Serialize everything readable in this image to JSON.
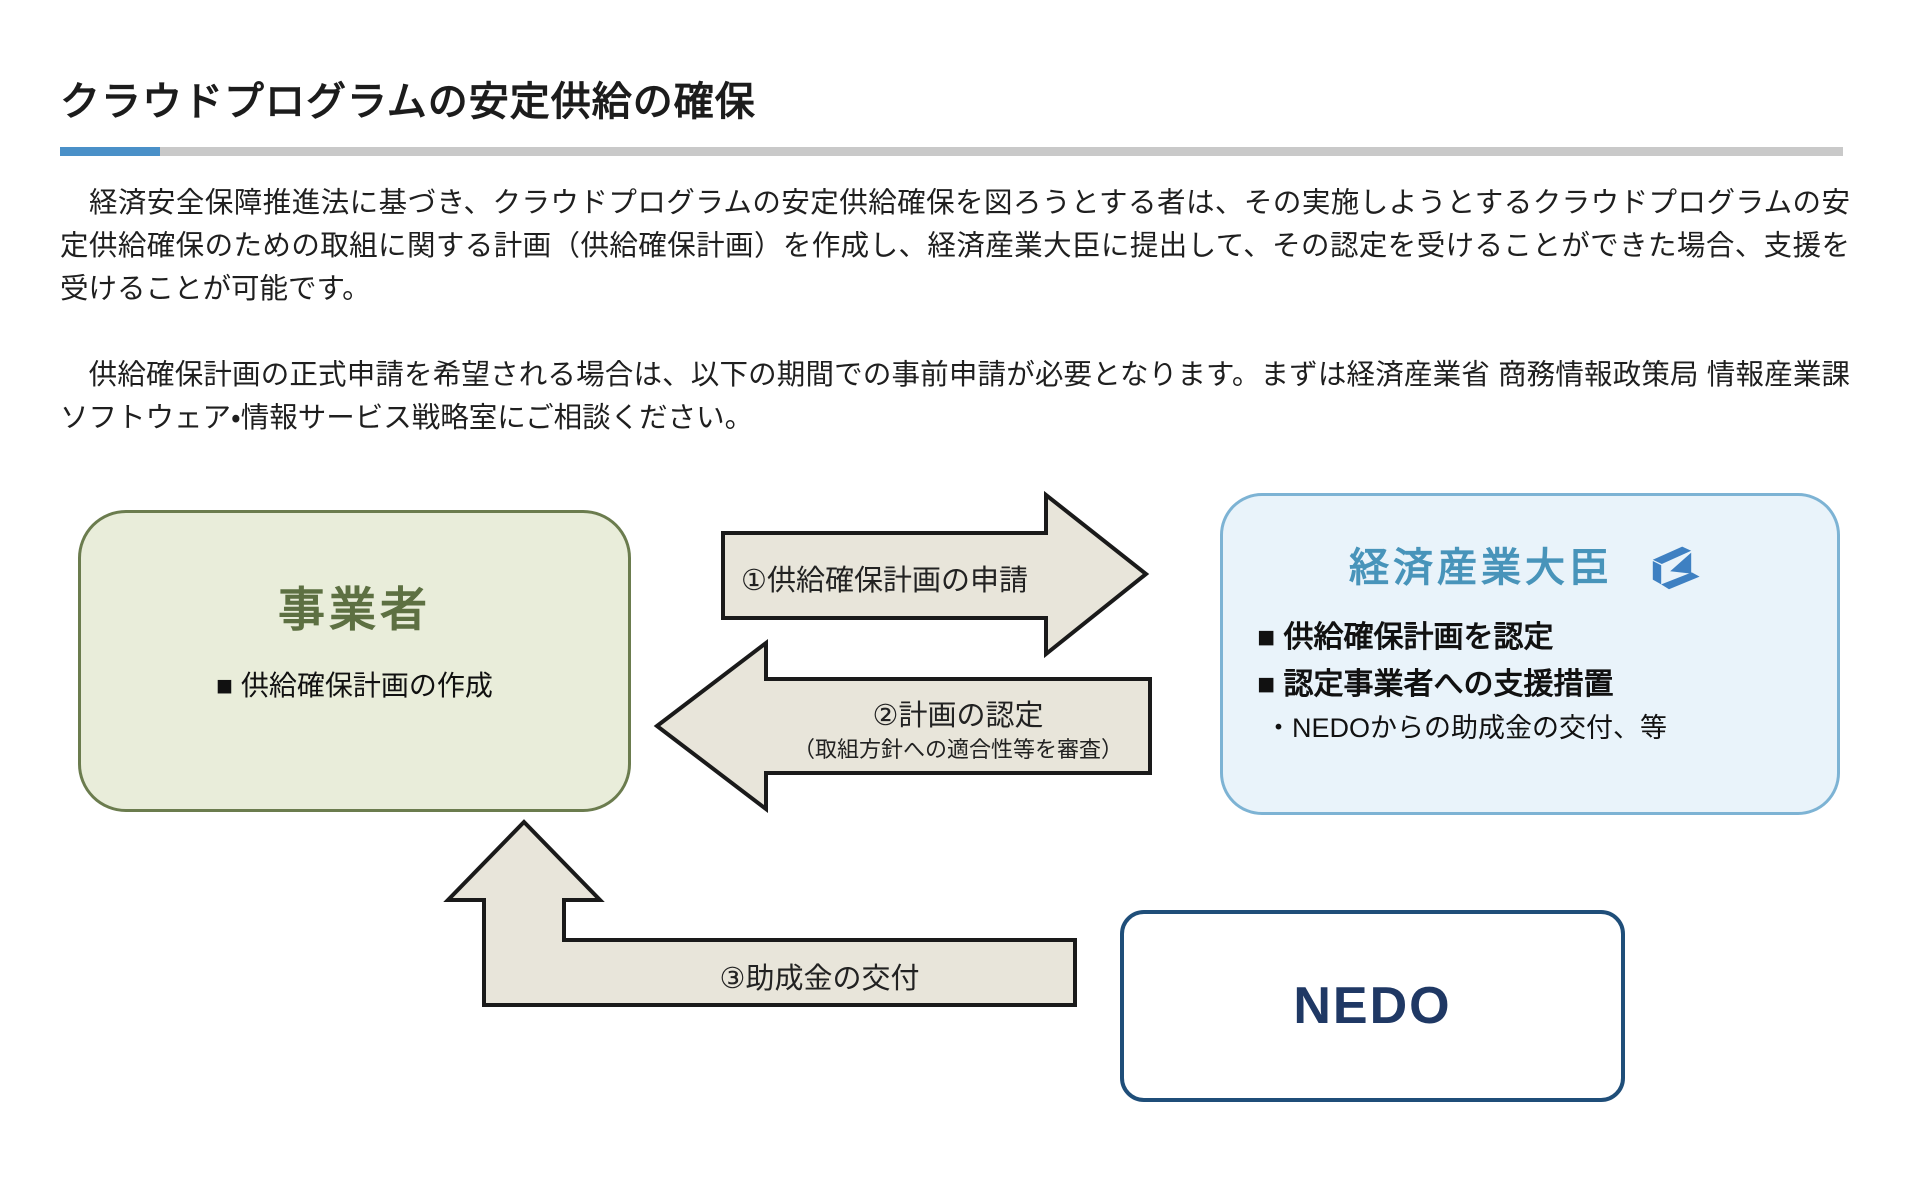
{
  "page": {
    "title": "クラウドプログラムの安定供給の確保",
    "paragraph1": "　経済安全保障推進法に基づき、クラウドプログラムの安定供給確保を図ろうとする者は、その実施しようとするクラウドプログラムの安定供給確保のための取組に関する計画（供給確保計画）を作成し、経済産業大臣に提出して、その認定を受けることができた場合、支援を受けることが可能です。",
    "paragraph2": "　供給確保計画の正式申請を希望される場合は、以下の期間での事前申請が必要となります。まずは経済産業省 商務情報政策局 情報産業課 ソフトウェア・情報サービス戦略室にご相談ください。"
  },
  "diagram": {
    "business_box": {
      "title": "事業者",
      "bullet": "■ 供給確保計画の作成"
    },
    "arrow1": {
      "label": "①供給確保計画の申請"
    },
    "arrow2": {
      "label": "②計画の認定",
      "sublabel": "（取組方針への適合性等を審査）"
    },
    "arrow3": {
      "label": "③助成金の交付"
    },
    "meti_box": {
      "title": "経済産業大臣",
      "logo_icon": "meti-logo",
      "bullets": [
        "■ 供給確保計画を認定",
        "■ 認定事業者への支援措置",
        "・NEDOからの助成金の交付、等"
      ]
    },
    "nedo_box": {
      "title": "NEDO"
    }
  },
  "colors": {
    "rule_accent_blue": "#4a90c8",
    "rule_gray": "#c9c9c9",
    "business_box_fill": "#e9edda",
    "business_box_border": "#6b7c4e",
    "business_title_text": "#5d7042",
    "arrow_fill": "#e8e5da",
    "arrow_outline": "#1a1a1a",
    "meti_box_fill": "#e9f3fa",
    "meti_box_border": "#7db3d4",
    "meti_title_text": "#4894ba",
    "meti_logo_blue": "#3e80c2",
    "nedo_border": "#1f4e79",
    "nedo_text": "#1f3864"
  }
}
